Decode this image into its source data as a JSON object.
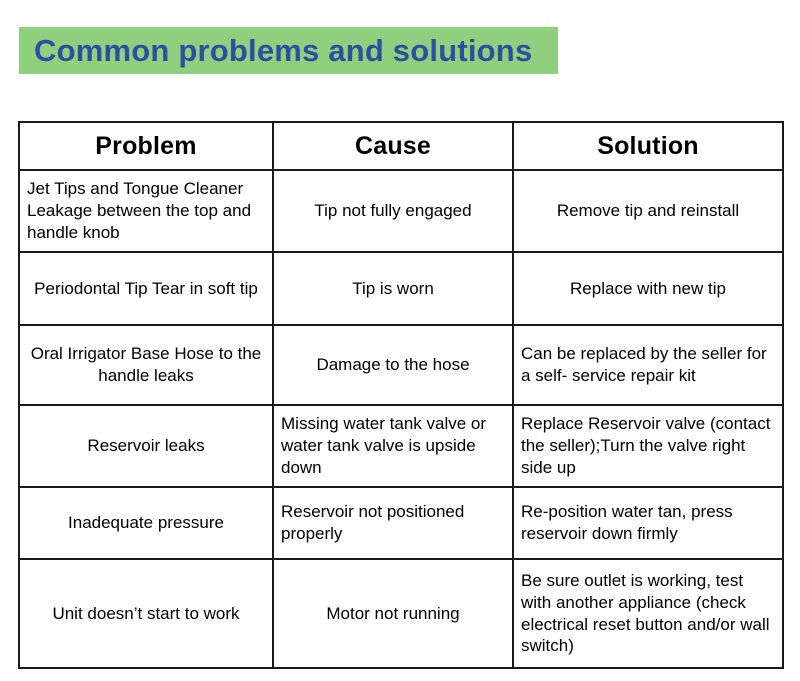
{
  "title": {
    "text": "Common problems and solutions",
    "banner_color": "#8ed07e",
    "text_color": "#2d4fa2"
  },
  "table": {
    "headers": {
      "problem": "Problem",
      "cause": "Cause",
      "solution": "Solution"
    },
    "rows": [
      {
        "problem": "Jet Tips and Tongue Cleaner Leakage between the top and handle knob",
        "cause": "Tip not fully engaged",
        "solution": "Remove tip and reinstall"
      },
      {
        "problem": "Periodontal Tip Tear in soft tip",
        "cause": "Tip is worn",
        "solution": "Replace with new tip"
      },
      {
        "problem": "Oral Irrigator Base Hose to the handle leaks",
        "cause": "Damage to the hose",
        "solution": "Can be replaced by the seller for a self- service repair kit"
      },
      {
        "problem": "Reservoir leaks",
        "cause": "Missing water tank valve or water tank valve is upside down",
        "solution": "Replace Reservoir valve (contact the seller);Turn the valve right side up"
      },
      {
        "problem": "Inadequate pressure",
        "cause": "Reservoir not positioned properly",
        "solution": "Re-position water tan, press reservoir down firmly"
      },
      {
        "problem": "Unit doesn’t start to work",
        "cause": "Motor not running",
        "solution": "Be sure outlet is working, test with another appliance (check electrical reset button and/or wall switch)"
      }
    ]
  }
}
